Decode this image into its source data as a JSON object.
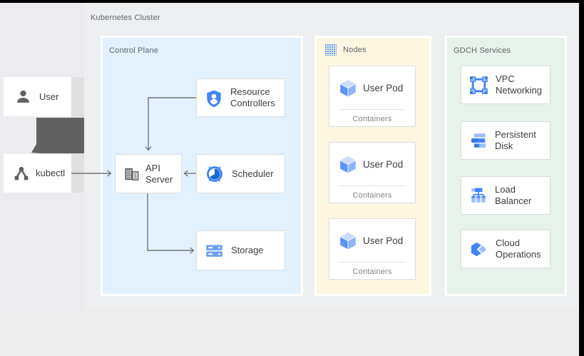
{
  "cluster": {
    "label": "Kubernetes Cluster"
  },
  "left_rail": {
    "user": {
      "label": "User",
      "icon": "user-icon"
    },
    "kubectl": {
      "label": "kubectl",
      "icon": "kubectl-icon"
    },
    "flow_arrow": "thick-down-arrow"
  },
  "control_plane": {
    "label": "Control Plane",
    "cards": {
      "resource_controllers": {
        "label": "Resource Controllers",
        "icon": "shield-person-icon"
      },
      "api_server": {
        "label": "API Server",
        "icon": "building-icon"
      },
      "scheduler": {
        "label": "Scheduler",
        "icon": "alarm-clock-icon"
      },
      "storage": {
        "label": "Storage",
        "icon": "server-stack-icon"
      }
    },
    "arrows": [
      "kubectl to API Server",
      "Resource Controllers to API Server",
      "Scheduler to API Server",
      "API Server to Storage"
    ]
  },
  "nodes": {
    "label": "Nodes",
    "icon": "dot-grid-icon",
    "pods": [
      {
        "label": "User Pod",
        "sublabel": "Containers",
        "icon": "pod-cube-icon"
      },
      {
        "label": "User Pod",
        "sublabel": "Containers",
        "icon": "pod-cube-icon"
      },
      {
        "label": "User Pod",
        "sublabel": "Containers",
        "icon": "pod-cube-icon"
      }
    ]
  },
  "gdch": {
    "label": "GDCH Services",
    "services": [
      {
        "label": "VPC Networking",
        "icon": "vpc-network-icon"
      },
      {
        "label": "Persistent Disk",
        "icon": "persistent-disk-icon"
      },
      {
        "label": "Load Balancer",
        "icon": "load-balancer-icon"
      },
      {
        "label": "Cloud Operations",
        "icon": "cloud-ops-icon"
      }
    ]
  },
  "colors": {
    "control_plane_bg": "#e2f1fd",
    "nodes_bg": "#fdf7e2",
    "gdch_bg": "#e6f2ea",
    "accent_blue": "#4285f4",
    "dark_blue": "#1967d2",
    "light_blue": "#9dc0f9",
    "icon_gray": "#616161",
    "arrow_gray": "#757575",
    "label_gray": "#5f6368",
    "text_dark": "#3c4043"
  }
}
